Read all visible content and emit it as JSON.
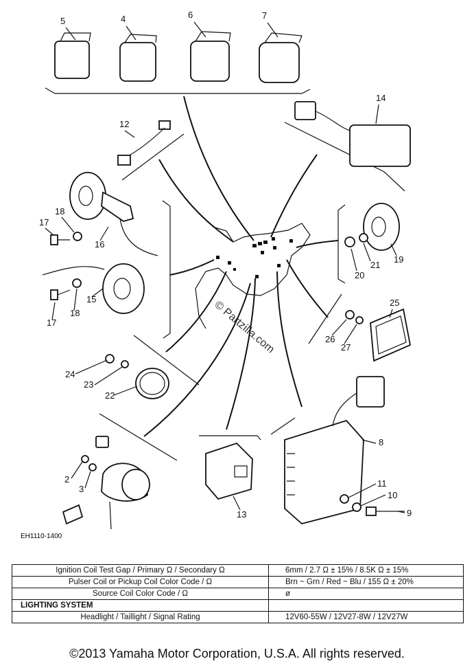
{
  "callouts": [
    "5",
    "4",
    "6",
    "7",
    "14",
    "12",
    "18",
    "17",
    "16",
    "15",
    "17",
    "18",
    "19",
    "21",
    "20",
    "25",
    "26",
    "27",
    "24",
    "23",
    "22",
    "8",
    "11",
    "10",
    "9",
    "2",
    "3",
    "13"
  ],
  "ref_code": "EH1110-1400",
  "watermark": "© Partzilla.com",
  "table": {
    "rows": [
      {
        "label": "Ignition Coil Test Gap / Primary Ω / Secondary Ω",
        "value": "6mm / 2.7 Ω ± 15% / 8.5K Ω ± 15%"
      },
      {
        "label": "Pulser Coil or Pickup Coil Color Code / Ω",
        "value": "Brn ~ Grn / Red ~ Blu / 155 Ω ± 20%"
      },
      {
        "label": "Source Coil Color Code / Ω",
        "value": "ø"
      },
      {
        "label": "LIGHTING SYSTEM",
        "value": ""
      },
      {
        "label": "Headlight / Taillight / Signal Rating",
        "value": "12V60-55W / 12V27-8W / 12V27W"
      }
    ]
  },
  "copyright": "©2013  Yamaha Motor Corporation, U.S.A. All rights reserved."
}
